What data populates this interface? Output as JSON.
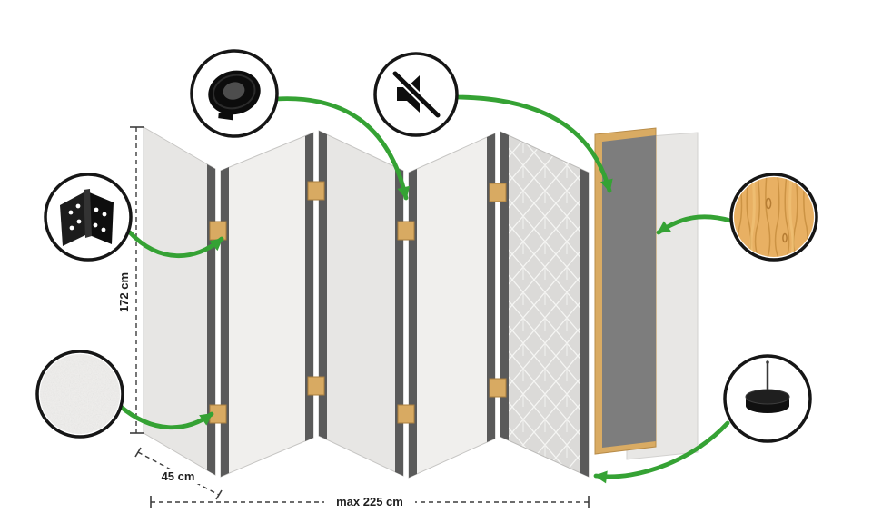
{
  "dimensions": {
    "height_label": "172 cm",
    "panel_width_label": "45 cm",
    "max_width_label": "max 225 cm"
  },
  "screen": {
    "panel_count": 5
  },
  "icons": {
    "hinge": "hinge-icon",
    "tape": "tape-roll-icon",
    "mute": "sound-off-icon",
    "fabric": "fabric-texture-swatch",
    "wood": "wood-texture-swatch",
    "felt_pad": "felt-pad-icon"
  },
  "colors": {
    "arrow_green": "#35a234",
    "panel_light": "#e7e6e4",
    "panel_face": "#f0efed",
    "panel_edge_dark": "#5a5a5a",
    "hinge_wood": "#d8aa62",
    "frame_wood": "#d9ab63",
    "acoustic_panel_gray": "#7d7d7d",
    "pattern_bg": "#dbdad8",
    "wood_swatch": "#e8b063"
  }
}
